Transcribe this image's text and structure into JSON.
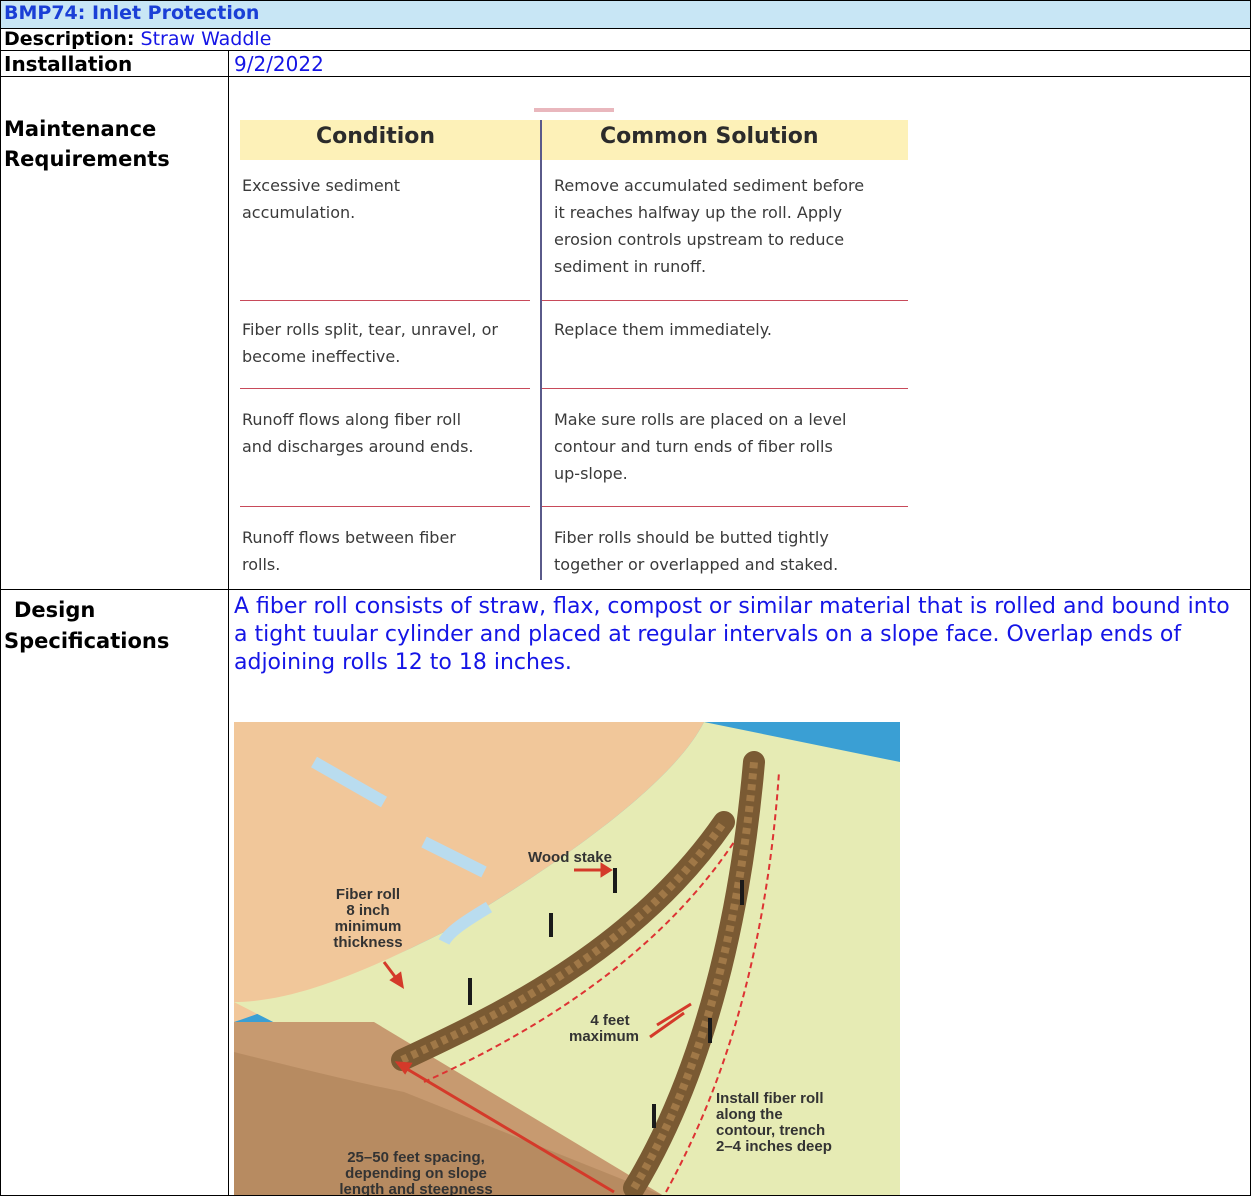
{
  "header": {
    "title": "BMP74: Inlet Protection"
  },
  "description": {
    "label": "Description:",
    "value": "Straw Waddle"
  },
  "installation": {
    "label": "Installation",
    "value": "9/2/2022"
  },
  "maintenance": {
    "label_line1": "Maintenance",
    "label_line2": "Requirements",
    "table": {
      "col1_header": "Condition",
      "col2_header": "Common Solution",
      "rows": [
        {
          "condition": [
            "Excessive sediment",
            "accumulation."
          ],
          "solution": [
            "Remove accumulated sediment before",
            "it reaches halfway up the roll. Apply",
            "erosion controls upstream to reduce",
            "sediment in runoff."
          ]
        },
        {
          "condition": [
            "Fiber rolls split, tear, unravel, or",
            "become ineffective."
          ],
          "solution": [
            "Replace them immediately."
          ]
        },
        {
          "condition": [
            "Runoff flows along fiber roll",
            "and discharges around ends."
          ],
          "solution": [
            "Make sure rolls are placed on a level",
            "contour and turn ends of fiber rolls",
            "up-slope."
          ]
        },
        {
          "condition": [
            "Runoff flows between fiber",
            "rolls."
          ],
          "solution": [
            "Fiber rolls should be butted tightly",
            "together or overlapped and staked."
          ]
        }
      ]
    }
  },
  "design": {
    "label_line1": "Design",
    "label_line2": "Specifications",
    "text": "A fiber roll consists of straw, flax, compost or similar material that is rolled and bound into a tight tuular cylinder and placed at regular intervals on a slope face. Overlap ends of adjoining rolls 12 to 18 inches.",
    "figure": {
      "wood_stake": "Wood stake",
      "fiber_roll": [
        "Fiber roll",
        "8 inch",
        "minimum",
        "thickness"
      ],
      "max_spacing": [
        "4 feet",
        "maximum"
      ],
      "install": [
        "Install fiber roll",
        "along the",
        "contour, trench",
        "2–4 inches deep"
      ],
      "spacing": [
        "25–50 feet spacing,",
        "depending on slope",
        "length and steepness"
      ]
    }
  },
  "colors": {
    "header_bg": "#c8e6f5",
    "blue_text": "#1515e6",
    "title_text": "#1a3fd6"
  }
}
